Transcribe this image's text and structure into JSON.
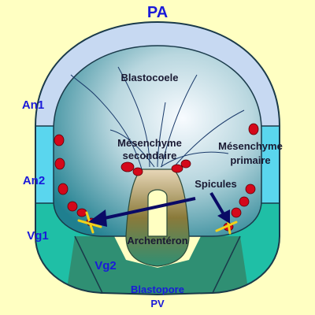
{
  "title": "PA",
  "bottom_label": "PV",
  "labels": {
    "blastocoele": "Blastocoele",
    "mesenchyme_secondary_line1": "Mésenchyme",
    "mesenchyme_secondary_line2": "secondaire",
    "mesenchyme_primary_line1": "Mésenchyme",
    "mesenchyme_primary_line2": "primaire",
    "spicules": "Spicules",
    "archenteron": "Archentéron",
    "blastopore": "Blastopore"
  },
  "regions": {
    "an1": "An1",
    "an2": "An2",
    "vg1": "Vg1",
    "vg2": "Vg2"
  },
  "colors": {
    "background": "#ffffc2",
    "an1": "#c7d9f2",
    "an2": "#5ad6ee",
    "vg1": "#1fbfa6",
    "vg2": "#2f8f73",
    "cells": "#d4081a",
    "arrow": "#0a0a66",
    "label_blue": "#1a1ad9"
  }
}
